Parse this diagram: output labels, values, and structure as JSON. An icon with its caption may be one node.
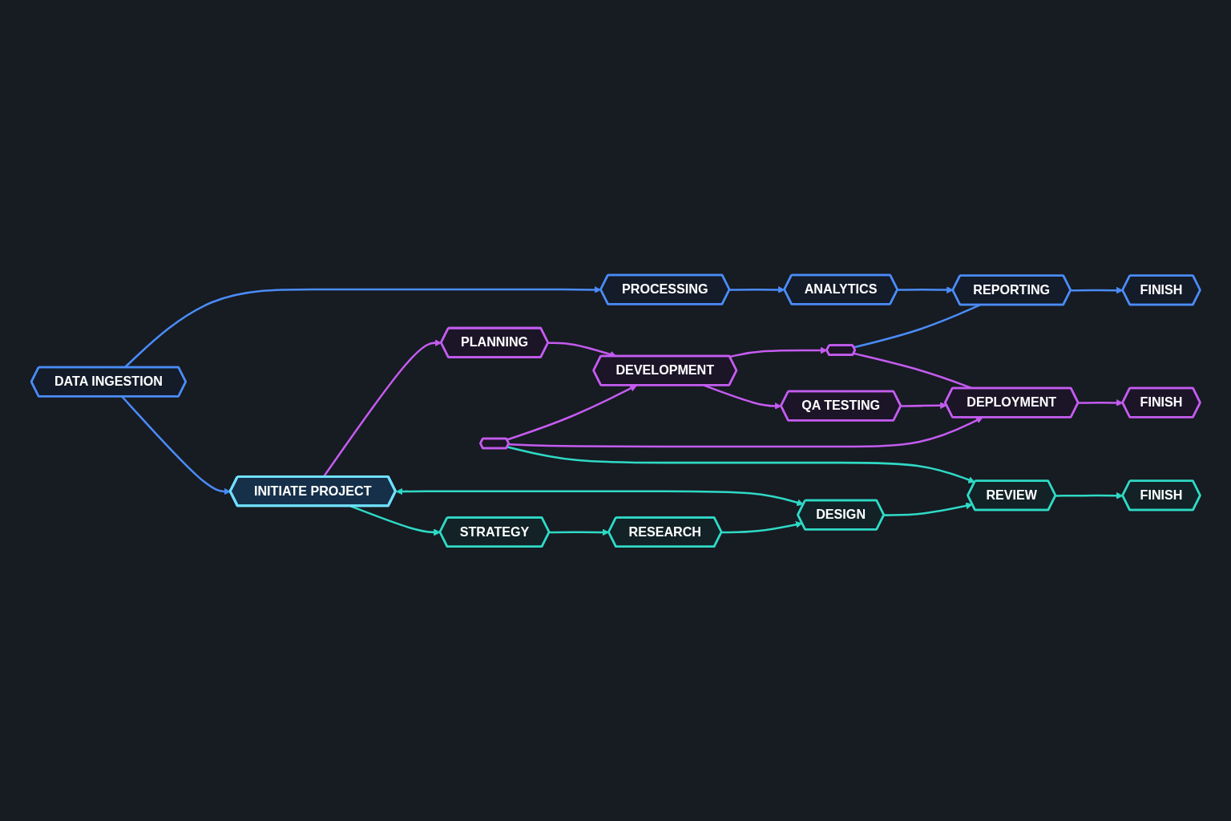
{
  "diagram": {
    "nodes": [
      {
        "text": [
          "INITIATE PROJECT"
        ]
      },
      {
        "text": [
          "DATA INGESTION"
        ]
      },
      {
        "text": [
          "PROCESSING"
        ]
      },
      {
        "text": [
          "ANALYTICS"
        ]
      },
      {
        "text": [
          "REPORTING"
        ]
      },
      {
        "text": [
          "FINISH"
        ]
      },
      {
        "text": [
          "PLANNING"
        ]
      },
      {
        "text": [
          "DEVELOPMENT"
        ]
      },
      {
        "text": [],
        "shape": "hexagon"
      },
      {
        "text": [
          "QA TESTING"
        ]
      },
      {
        "text": [
          "DEPLOYMENT"
        ]
      },
      {
        "text": [
          "FINISH"
        ]
      },
      {
        "text": [],
        "shape": "hexagon"
      },
      {
        "text": [
          "STRATEGY"
        ]
      },
      {
        "text": [
          "RESEARCH"
        ]
      },
      {
        "text": [
          "DESIGN"
        ]
      },
      {
        "text": [
          "REVIEW"
        ]
      },
      {
        "text": [
          "FINISH"
        ]
      }
    ],
    "edges": [
      {
        "from": 1,
        "to": 0,
        "arrow": "to",
        "color": "#4a8cf7"
      },
      {
        "from": 0,
        "to": 6,
        "arrow": "to"
      },
      {
        "from": 0,
        "to": 13,
        "arrow": "to",
        "color": "#2fd9c5"
      },
      {
        "from": 0,
        "to": 15,
        "arrow": "both",
        "color": "#2fd9c5"
      },
      {
        "from": 1,
        "to": 2,
        "arrow": "to",
        "color": "#4a8cf7"
      },
      {
        "from": 2,
        "to": 3,
        "arrow": "to",
        "color": "#4a8cf7"
      },
      {
        "from": 3,
        "to": 4,
        "arrow": "to",
        "color": "#4a8cf7"
      },
      {
        "from": 4,
        "to": 5,
        "arrow": "to",
        "color": "#4a8cf7"
      },
      {
        "from": 8,
        "to": 4,
        "arrow": "none",
        "color": "#4a8cf7"
      },
      {
        "from": 6,
        "to": 7,
        "arrow": "to"
      },
      {
        "from": 7,
        "to": 8,
        "arrow": "to"
      },
      {
        "from": 7,
        "to": 9,
        "arrow": "to"
      },
      {
        "from": 12,
        "to": 7,
        "arrow": "to"
      },
      {
        "from": 8,
        "to": 10,
        "arrow": "none"
      },
      {
        "from": 9,
        "to": 10,
        "arrow": "to"
      },
      {
        "from": 12,
        "to": 10,
        "arrow": "to"
      },
      {
        "from": 10,
        "to": 11,
        "arrow": "to"
      },
      {
        "from": 12,
        "to": 16,
        "arrow": "to",
        "color": "#2fd9c5"
      },
      {
        "from": 13,
        "to": 14,
        "arrow": "to",
        "color": "#2fd9c5"
      },
      {
        "from": 14,
        "to": 15,
        "arrow": "to",
        "color": "#2fd9c5"
      },
      {
        "from": 15,
        "to": 16,
        "arrow": "to",
        "color": "#2fd9c5"
      },
      {
        "from": 16,
        "to": 17,
        "arrow": "to",
        "color": "#2fd9c5"
      }
    ]
  }
}
